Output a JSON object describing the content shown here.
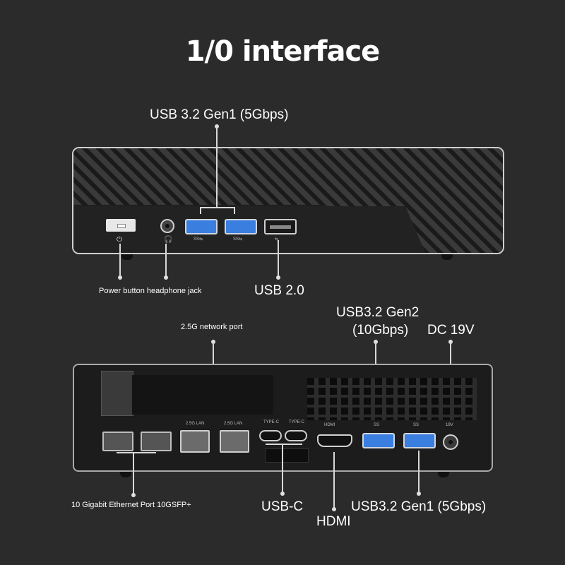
{
  "title": "1/0 interface",
  "front_labels": {
    "usb32_gen1": "USB 3.2 Gen1 (5Gbps)",
    "power_headphone": "Power button headphone jack",
    "usb20": "USB 2.0"
  },
  "rear_labels": {
    "network_25g": "2.5G network port",
    "usb32_gen2": "USB3.2 Gen2\n(10Gbps)",
    "usb32_gen2_line1": "USB3.2 Gen2",
    "usb32_gen2_line2": "(10Gbps)",
    "dc": "DC 19V",
    "sfp": "10 Gigabit Ethernet Port 10GSFP+",
    "usbc": "USB-C",
    "hdmi": "HDMI",
    "usb32_gen1": "USB3.2 Gen1 (5Gbps)"
  },
  "port_markings": {
    "lan_a": "2.5G LAN",
    "lan_b": "2.5G LAN",
    "typec_a": "TYPE-C",
    "typec_b": "TYPE-C",
    "hdmi": "HDMI",
    "ss_a": "SS",
    "ss_b": "SS",
    "dc": "19V"
  },
  "colors": {
    "background": "#2b2b2b",
    "usb3_blue": "#3a7fe0",
    "device_body": "#1f1f1f",
    "outline": "#cfcfcf"
  }
}
